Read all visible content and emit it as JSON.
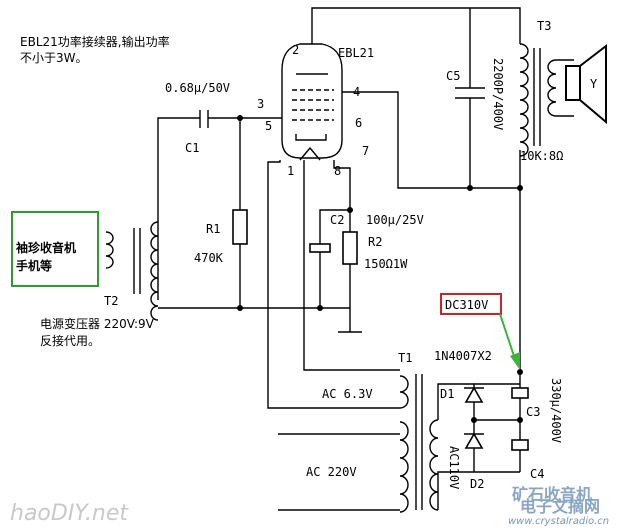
{
  "title_line1": "EBL21功率接续器,输出功率",
  "title_line2": "不小于3W。",
  "tube": {
    "name": "EBL21",
    "pins": {
      "p2": "2",
      "p3": "3",
      "p4": "4",
      "p5": "5",
      "p6": "6",
      "p7": "7",
      "p1": "1",
      "p8": "8"
    }
  },
  "components": {
    "c1_value": "0.68μ/50V",
    "c1_label": "C1",
    "r1_label": "R1",
    "r1_value": "470K",
    "c2_label": "C2",
    "c2_value": "100μ/25V",
    "r2_label": "R2",
    "r2_value": "150Ω1W",
    "c5_label": "C5",
    "c5_value": "2200P/400V",
    "t3_label": "T3",
    "t3_ratio": "10K:8Ω",
    "speaker_symbol": "Y",
    "t2_label": "T2",
    "t1_label": "T1",
    "ac63": "AC 6.3V",
    "ac220": "AC 220V",
    "ac110": "AC110V",
    "d1_label": "D1",
    "d2_label": "D2",
    "diode_type": "1N4007X2",
    "c3_label": "C3",
    "c4_label": "C4",
    "c3c4_value": "330μ/400V",
    "dc_voltage": "DC310V"
  },
  "notes": {
    "radio_line1": "袖珍收音机",
    "radio_line2": "手机等",
    "t2_note_line1": "电源变压器 220V:9V",
    "t2_note_line2": "反接代用。"
  },
  "watermarks": {
    "left": "haoDIY.net",
    "right_cn": "矿石收音机",
    "right_cn2": "电子文摘网",
    "right_url": "www.crystalradio.cn"
  },
  "colors": {
    "line": "#000000",
    "note_border": "#2e9b2e",
    "voltage_border": "#c0282d",
    "arrow": "#3cb43c"
  }
}
